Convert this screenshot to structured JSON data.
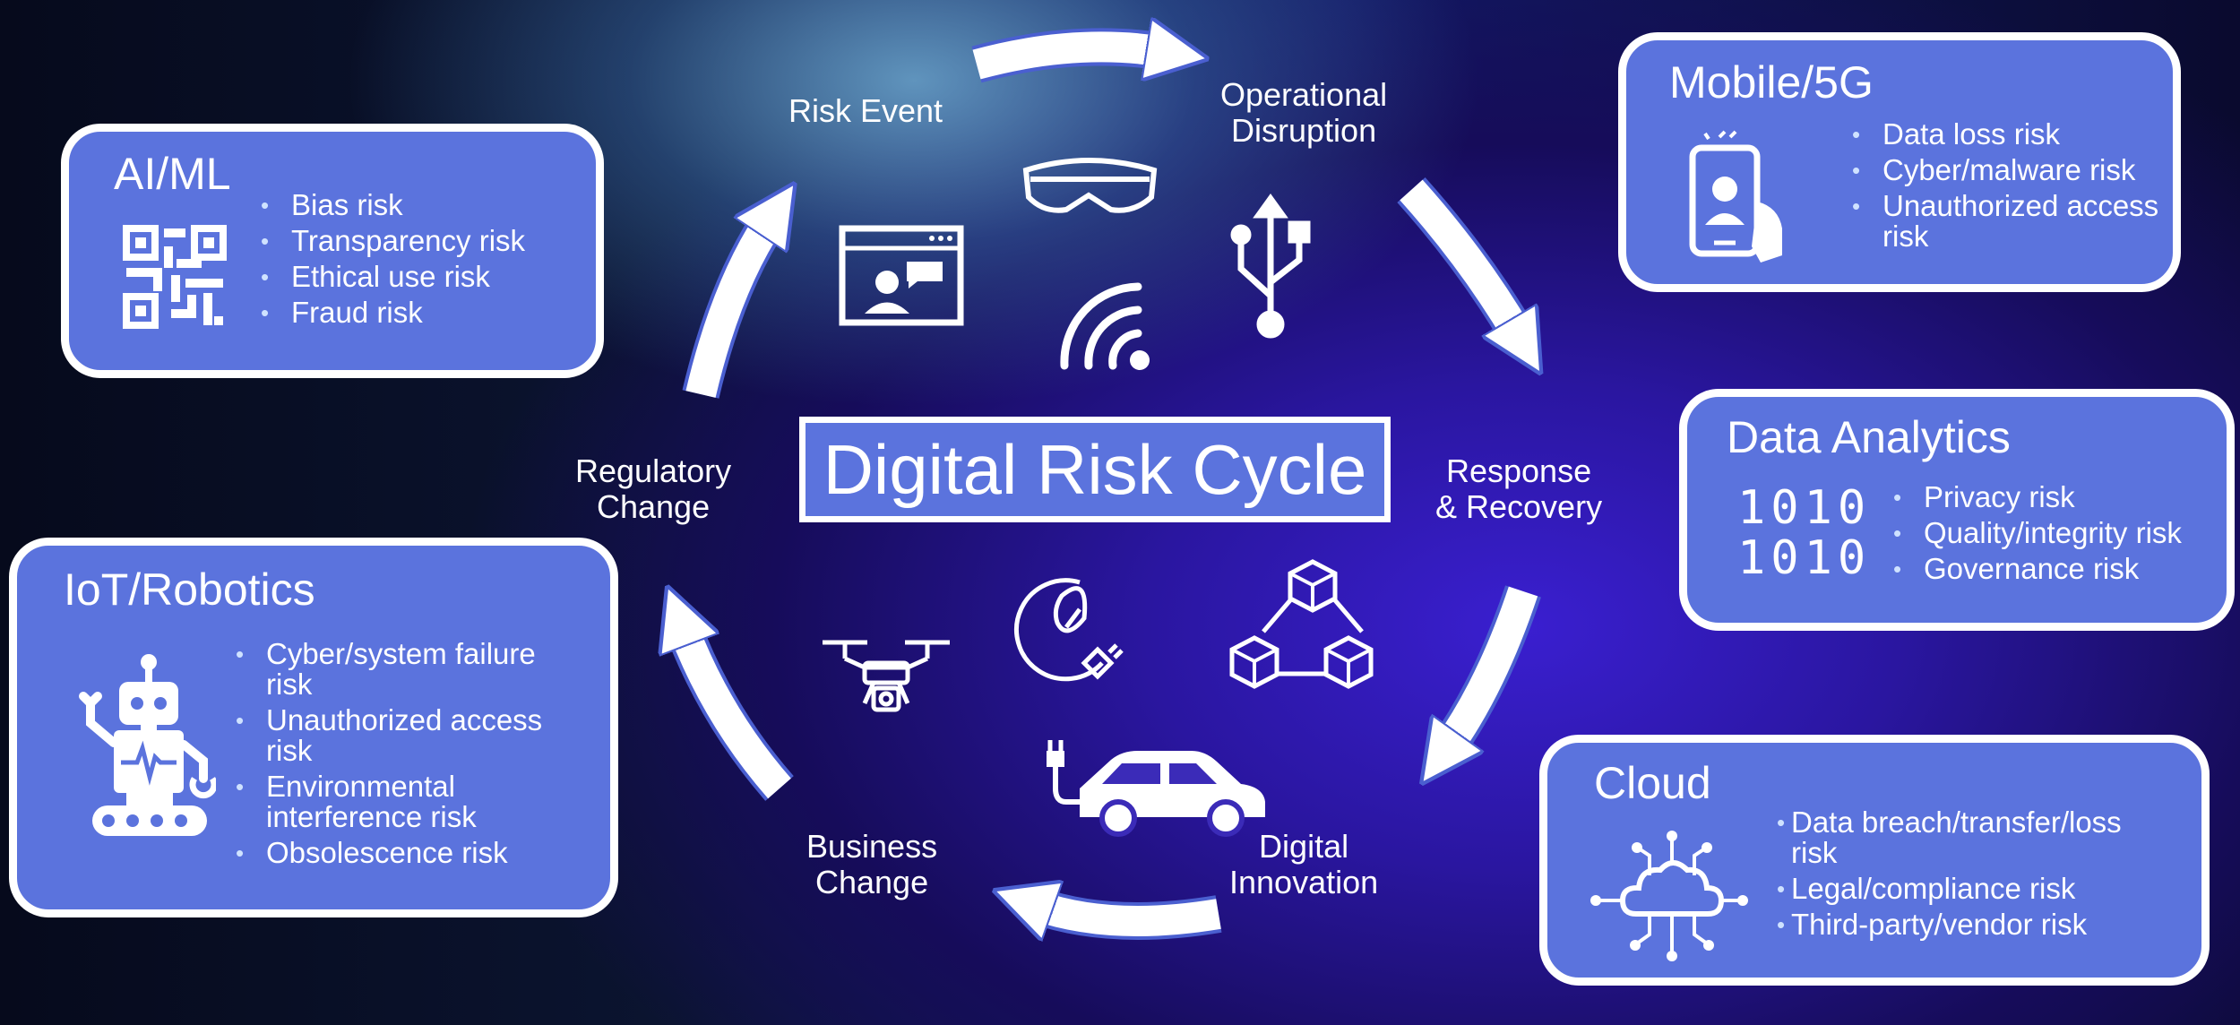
{
  "diagram": {
    "title": "Digital Risk Cycle",
    "stages": {
      "risk_event": "Risk Event",
      "operational_disruption": [
        "Operational",
        "Disruption"
      ],
      "response_recovery": [
        "Response",
        "& Recovery"
      ],
      "digital_innovation": [
        "Digital",
        "Innovation"
      ],
      "business_change": [
        "Business",
        "Change"
      ],
      "regulatory_change": [
        "Regulatory",
        "Change"
      ]
    },
    "boxes": {
      "ai_ml": {
        "title": "AI/ML",
        "icon": "qr-code-icon",
        "items": [
          "Bias risk",
          "Transparency risk",
          "Ethical use risk",
          "Fraud risk"
        ]
      },
      "iot_robotics": {
        "title": "IoT/Robotics",
        "icon": "robot-icon",
        "items": [
          [
            "Cyber/system failure",
            "risk"
          ],
          [
            "Unauthorized access",
            "risk"
          ],
          [
            "Environmental",
            "interference risk"
          ],
          [
            "Obsolescence risk"
          ]
        ]
      },
      "mobile_5g": {
        "title": "Mobile/5G",
        "icon": "smartphone-user-icon",
        "items": [
          [
            "Data loss risk"
          ],
          [
            "Cyber/malware risk"
          ],
          [
            "Unauthorized access",
            "risk"
          ]
        ]
      },
      "data_analytics": {
        "title": "Data Analytics",
        "icon": "binary-data-icon",
        "icon_text": [
          "1010",
          "1010"
        ],
        "items": [
          "Privacy risk",
          "Quality/integrity risk",
          "Governance risk"
        ]
      },
      "cloud": {
        "title": "Cloud",
        "icon": "cloud-network-icon",
        "items": [
          [
            "Data breach/transfer/loss",
            "risk"
          ],
          [
            "Legal/compliance risk"
          ],
          [
            "Third-party/vendor risk"
          ]
        ]
      }
    },
    "inner_icons": [
      "vr-headset-icon",
      "usb-icon",
      "video-call-icon",
      "wifi-icon",
      "drone-icon",
      "eco-plug-icon",
      "blockchain-icon",
      "electric-car-icon"
    ],
    "colors": {
      "box_fill": "#5b73dd",
      "box_border": "#ffffff",
      "text": "#ffffff",
      "arrow": "#ffffff",
      "arrow_edge": "#4a5fd0"
    }
  }
}
